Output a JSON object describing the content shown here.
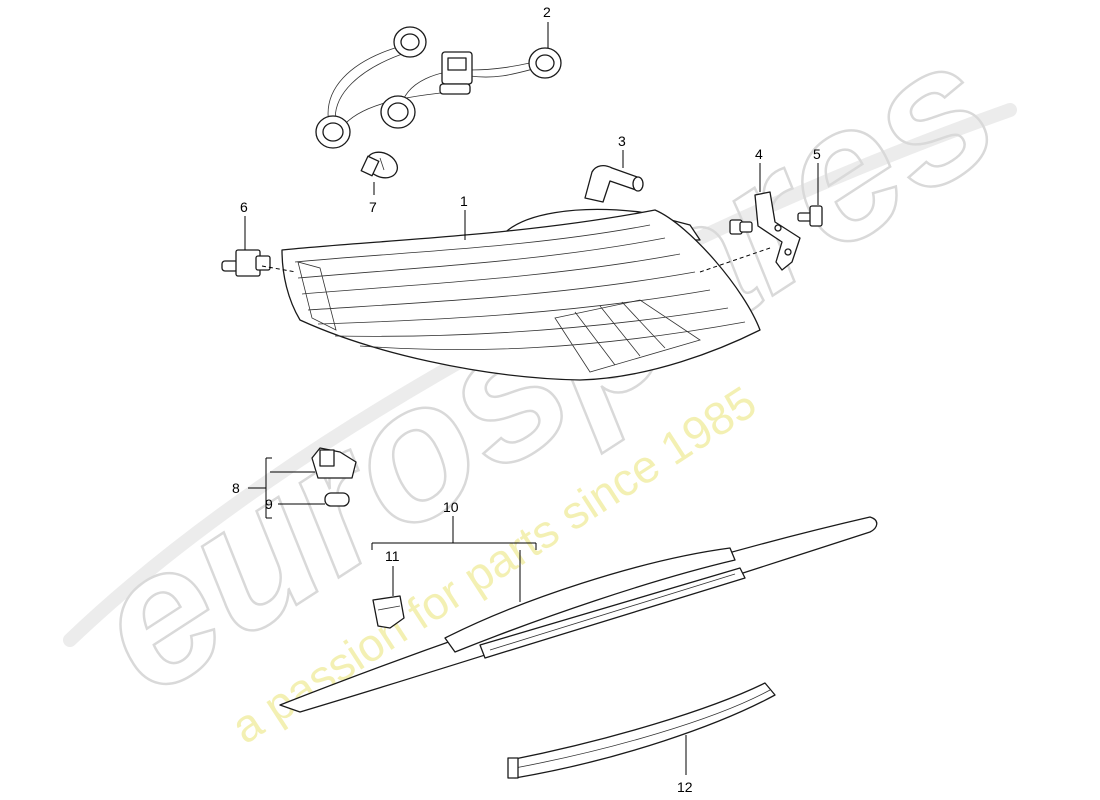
{
  "watermark": {
    "brand": "eurospares",
    "tagline": "a passion for parts since 1985"
  },
  "callouts": {
    "c1": "1",
    "c2": "2",
    "c3": "3",
    "c4": "4",
    "c5": "5",
    "c6": "6",
    "c7": "7",
    "c8": "8",
    "c9": "9",
    "c10": "10",
    "c11": "11",
    "c12": "12"
  }
}
